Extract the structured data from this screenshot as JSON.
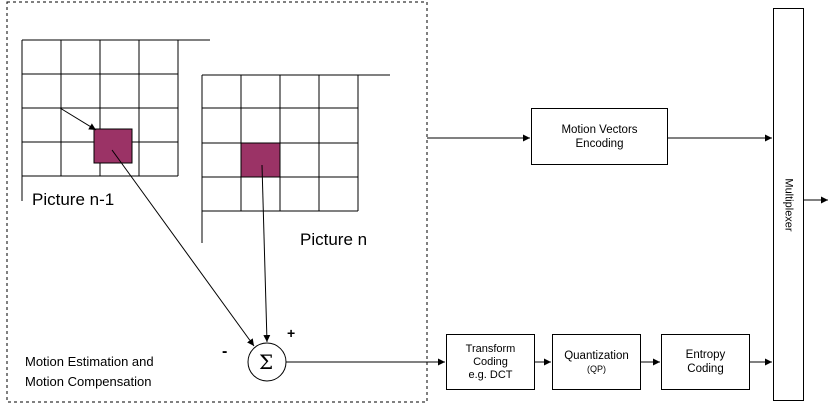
{
  "picture_prev_label": "Picture n-1",
  "picture_curr_label": "Picture n",
  "me_mc_label": [
    "Motion Estimation and",
    "Motion Compensation"
  ],
  "sum_symbol": "Σ",
  "plus_sign": "+",
  "minus_sign": "-",
  "blocks": {
    "mv_encoding": [
      "Motion Vectors",
      "Encoding"
    ],
    "transform": [
      "Transform",
      "Coding",
      "e.g. DCT"
    ],
    "quantization": [
      "Quantization",
      "(QP)"
    ],
    "entropy": [
      "Entropy",
      "Coding"
    ],
    "multiplexer": "Multiplexer"
  },
  "colors": {
    "block_fill": "#9b3366",
    "line": "#000000"
  }
}
